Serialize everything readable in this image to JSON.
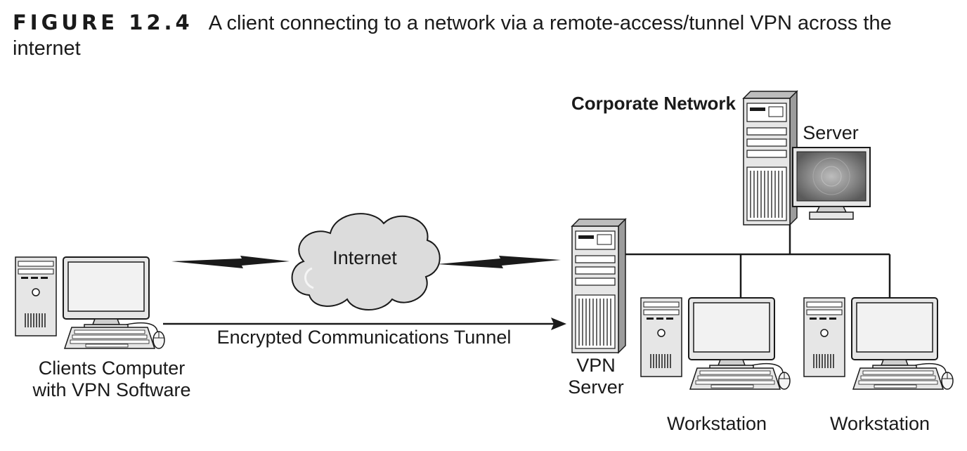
{
  "figure": {
    "number": "FIGURE 12.4",
    "caption": "A client connecting to a network via a remote-access/tunnel VPN across the internet"
  },
  "diagram": {
    "nodes": {
      "client_line1": "Clients Computer",
      "client_line2": "with VPN Software",
      "internet": "Internet",
      "vpn_line1": "VPN",
      "vpn_line2": "Server",
      "corporate": "Corporate Network",
      "server": "Server",
      "workstation_1": "Workstation",
      "workstation_2": "Workstation"
    },
    "edges": {
      "tunnel": "Encrypted Communications Tunnel"
    }
  },
  "colors": {
    "ink": "#1a1a1a",
    "case": "#e6e6e6",
    "cloud": "#dcdcdc",
    "screen": "#f2f2f2"
  }
}
